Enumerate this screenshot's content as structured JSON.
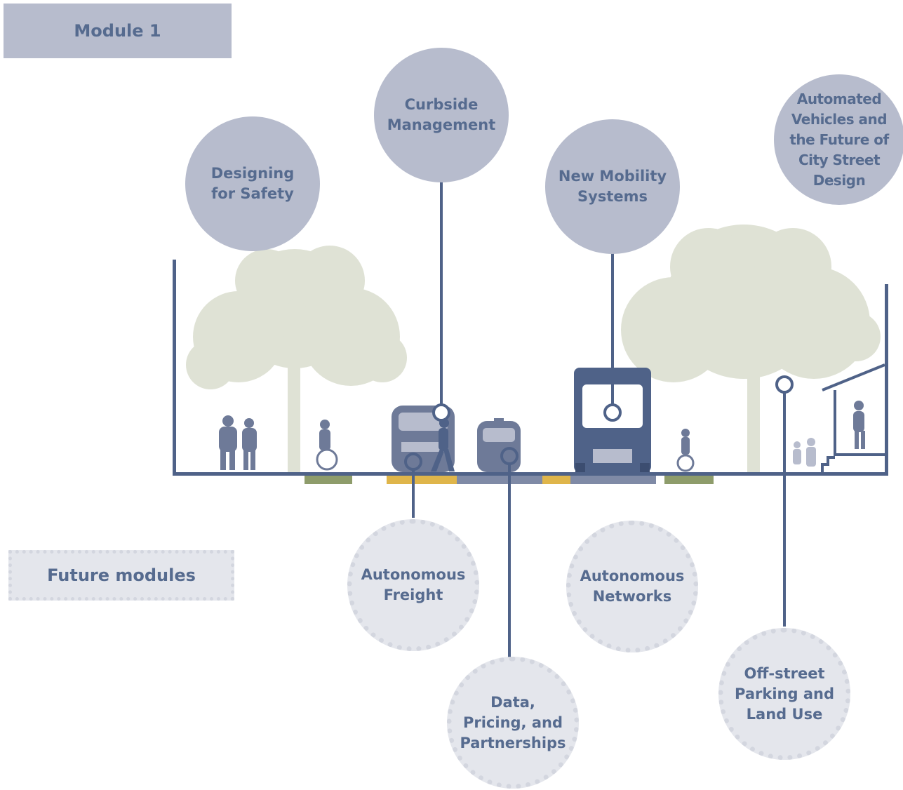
{
  "legend": {
    "module_label": "Module 1",
    "future_label": "Future modules"
  },
  "current_topics": [
    {
      "id": "designing-for-safety",
      "label": "Designing\nfor Safety"
    },
    {
      "id": "curbside-management",
      "label": "Curbside\nManagement"
    },
    {
      "id": "new-mobility-systems",
      "label": "New Mobility\nSystems"
    },
    {
      "id": "automated-vehicles",
      "label": "Automated\nVehicles and\nthe Future of\nCity Street\nDesign"
    }
  ],
  "future_topics": [
    {
      "id": "autonomous-freight",
      "label": "Autonomous\nFreight"
    },
    {
      "id": "autonomous-networks",
      "label": "Autonomous\nNetworks"
    },
    {
      "id": "data-pricing-partnerships",
      "label": "Data,\nPricing, and\nPartnerships"
    },
    {
      "id": "offstreet-parking",
      "label": "Off-street\nParking and\nLand Use"
    }
  ],
  "colors": {
    "navy": "#4f6288",
    "bubble_current": "#b7bccd",
    "bubble_future": "#e4e6ec",
    "tree": "#dfe2d5",
    "curb_yellow": "#dfb54a",
    "planter_green": "#8e9c6b",
    "text": "#566b8f"
  }
}
